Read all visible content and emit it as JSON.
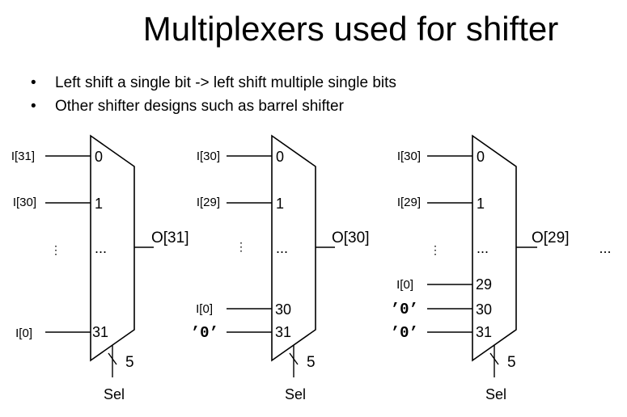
{
  "slide": {
    "title": "Multiplexers used for shifter",
    "bullets": [
      "Left shift a single bit -> left shift multiple single bits",
      "Other shifter designs such as barrel shifter"
    ],
    "bullet_glyph": "•"
  },
  "muxes": [
    {
      "inputs": [
        {
          "signal": "I[31]",
          "port": "0"
        },
        {
          "signal": "I[30]",
          "port": "1"
        },
        {
          "signal": "⋮",
          "port": "..."
        },
        {
          "signal": "I[0]",
          "port": "31"
        }
      ],
      "output": "O[31]",
      "select_width": "5",
      "select_label": "Sel"
    },
    {
      "inputs": [
        {
          "signal": "I[30]",
          "port": "0"
        },
        {
          "signal": "I[29]",
          "port": "1"
        },
        {
          "signal": "⋮",
          "port": "..."
        },
        {
          "signal": "I[0]",
          "port": "30"
        },
        {
          "signal": "’0’",
          "port": "31"
        }
      ],
      "output": "O[30]",
      "select_width": "5",
      "select_label": "Sel"
    },
    {
      "inputs": [
        {
          "signal": "I[30]",
          "port": "0"
        },
        {
          "signal": "I[29]",
          "port": "1"
        },
        {
          "signal": "⋮",
          "port": "..."
        },
        {
          "signal": "I[0]",
          "port": "29"
        },
        {
          "signal": "’0’",
          "port": "30"
        },
        {
          "signal": "’0’",
          "port": "31"
        }
      ],
      "output": "O[29]",
      "select_width": "5",
      "select_label": "Sel"
    }
  ],
  "trailing_ellipsis": "..."
}
